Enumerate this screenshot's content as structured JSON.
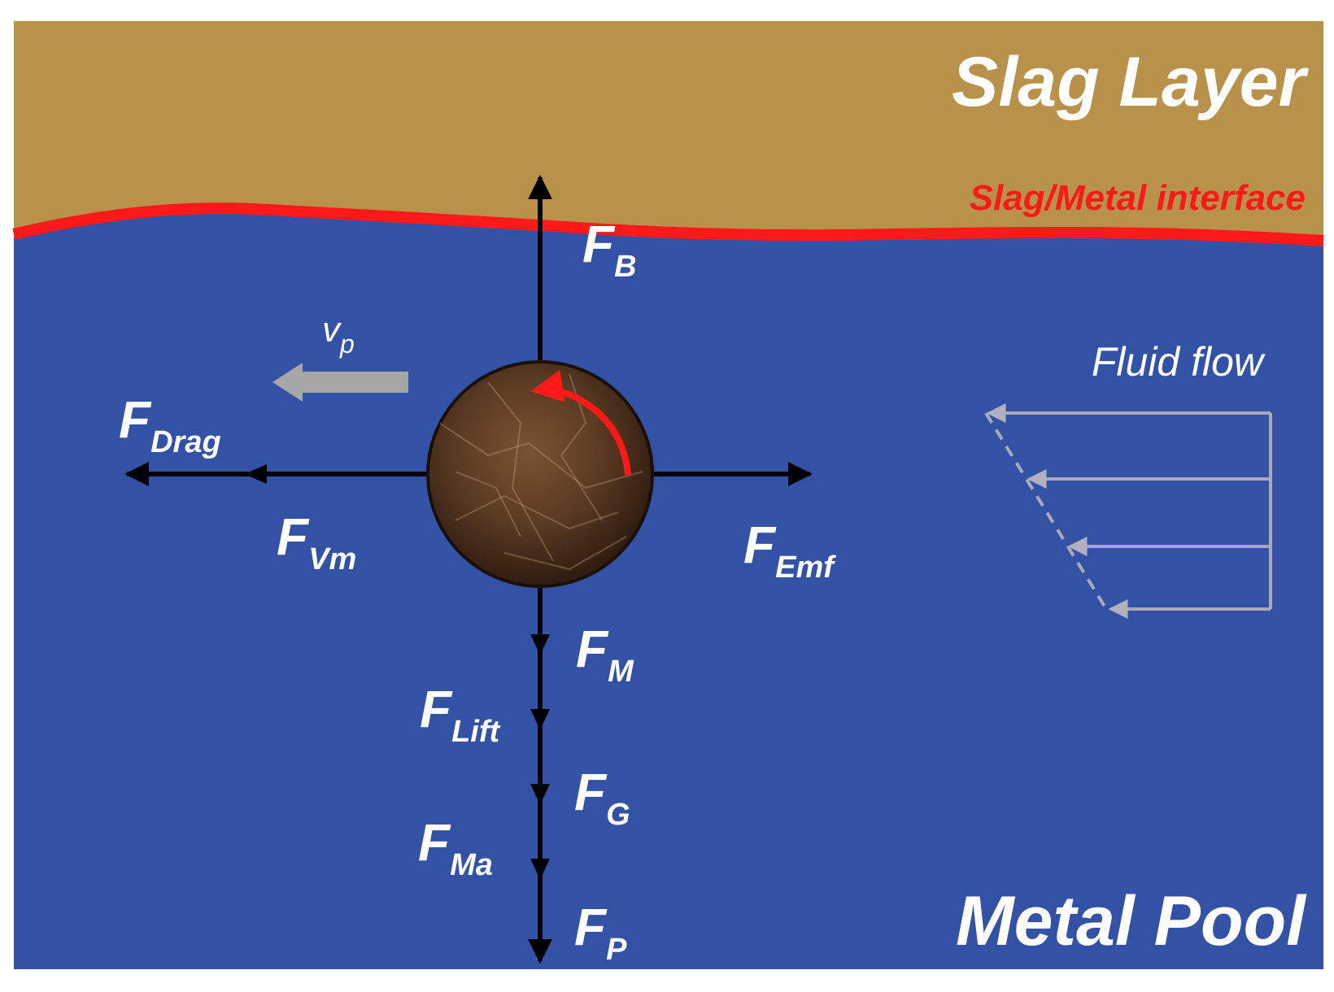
{
  "labels": {
    "slag_layer": "Slag Layer",
    "interface": "Slag/Metal interface",
    "metal_pool": "Metal Pool",
    "fluid_flow": "Fluid flow",
    "velocity": {
      "main": "v",
      "sub": "p"
    }
  },
  "forces": {
    "buoyancy": {
      "main": "F",
      "sub": "B"
    },
    "drag": {
      "main": "F",
      "sub": "Drag"
    },
    "virtual_mass": {
      "main": "F",
      "sub": "Vm"
    },
    "electromagnetic": {
      "main": "F",
      "sub": "Emf"
    },
    "marangoni": {
      "main": "F",
      "sub": "M"
    },
    "lift": {
      "main": "F",
      "sub": "Lift"
    },
    "gravity": {
      "main": "F",
      "sub": "G"
    },
    "magnus": {
      "main": "F",
      "sub": "Ma"
    },
    "pressure": {
      "main": "F",
      "sub": "P"
    }
  },
  "colors": {
    "slag": "#b8914b",
    "metal": "#3352a6",
    "interface": "#ff1a1a",
    "arrow": "#000000",
    "flow_arrow": "#a9a9b8",
    "velocity_arrow": "#a6a6a6",
    "particle": "#5a3a22",
    "rotation_arrow": "#ff1a1a"
  }
}
